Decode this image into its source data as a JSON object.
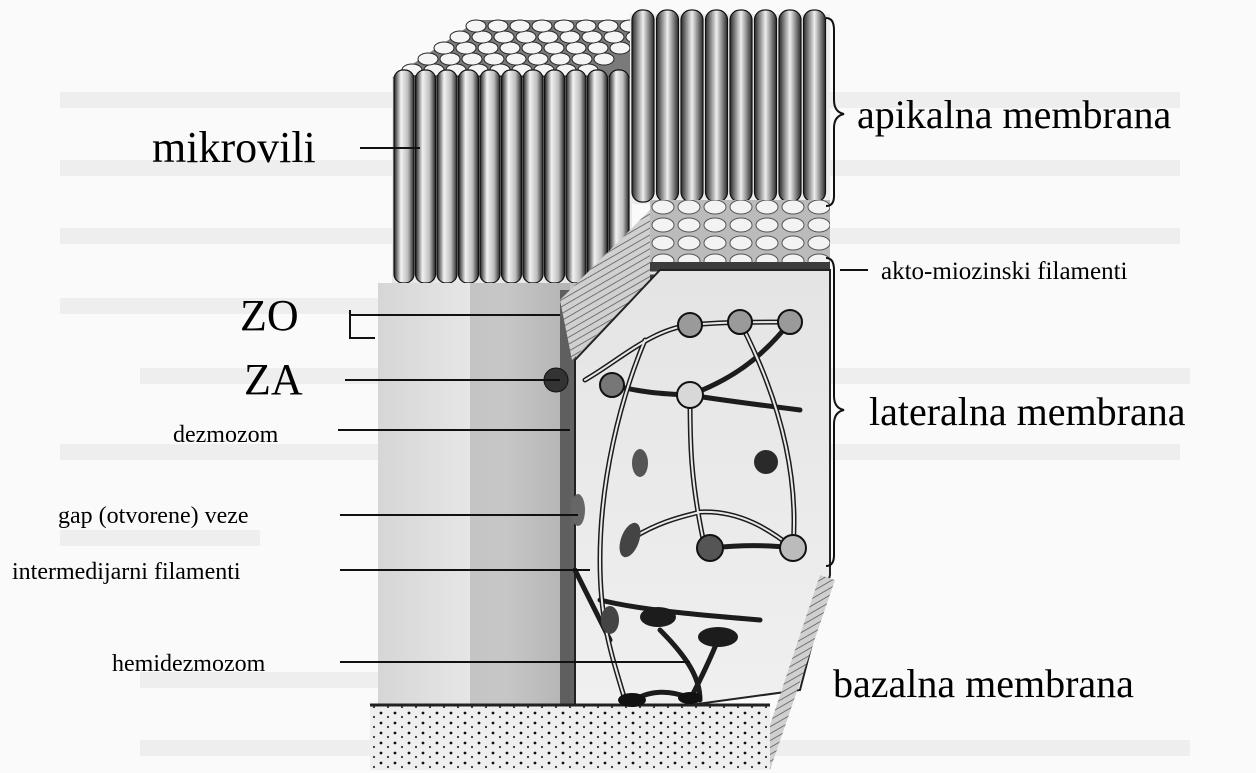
{
  "labels": {
    "mikrovili": "mikrovili",
    "zo": "ZO",
    "za": "ZA",
    "dezmozom": "dezmozom",
    "gap": "gap (otvorene) veze",
    "intermedijarni": "intermedijarni filamenti",
    "hemidezmozom": "hemidezmozom",
    "apikalna": "apikalna membrana",
    "akto": "akto-miozinski filamenti",
    "lateralna": "lateralna membrana",
    "bazalna": "bazalna membrana"
  }
}
